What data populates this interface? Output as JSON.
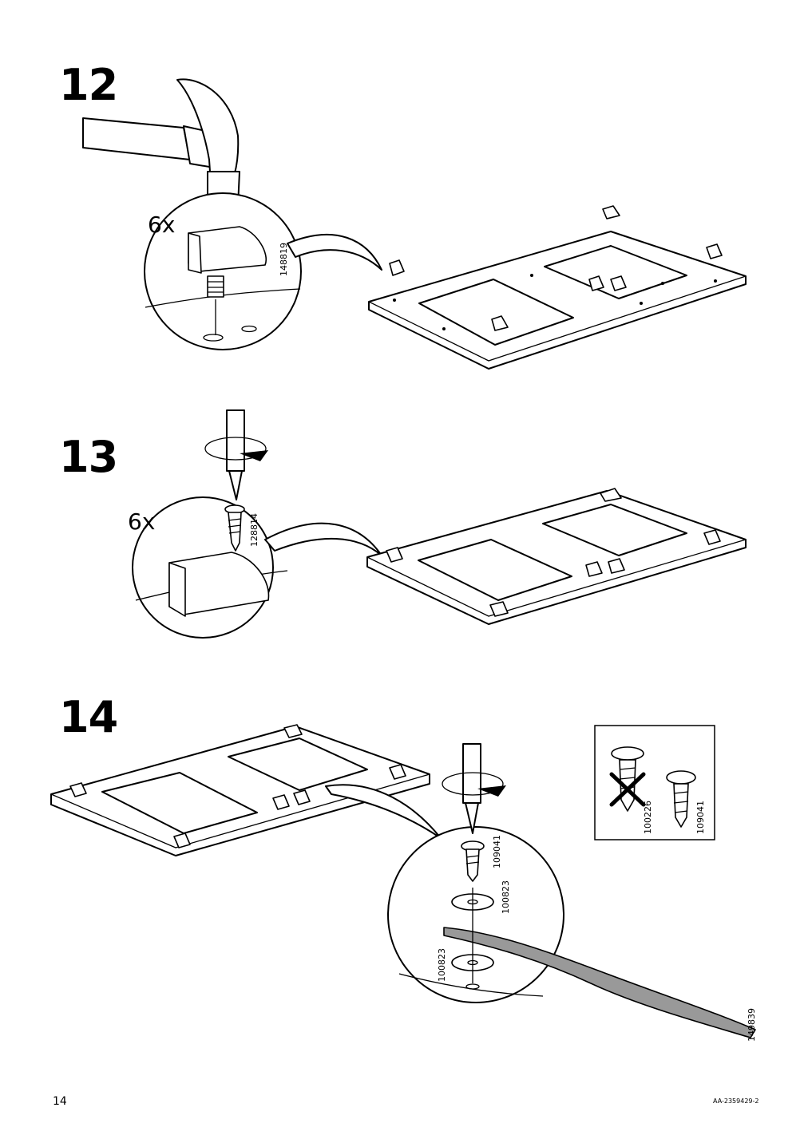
{
  "steps": [
    {
      "number": "12",
      "quantity": "6x",
      "part_number": "148819"
    },
    {
      "number": "13",
      "quantity": "6x",
      "part_number": "128814"
    },
    {
      "number": "14",
      "parts": {
        "screw": "109041",
        "washer_top": "100823",
        "washer_bottom": "100823",
        "strap": "149839"
      },
      "warning_box": {
        "wrong_screw": "100226",
        "right_screw": "109041"
      }
    }
  ],
  "footer": {
    "page_number": "14",
    "doc_id": "AA-2359429-2"
  },
  "icons": [
    "hammer-icon",
    "screwdriver-icon",
    "rotate-arrow-icon",
    "cross-icon"
  ]
}
